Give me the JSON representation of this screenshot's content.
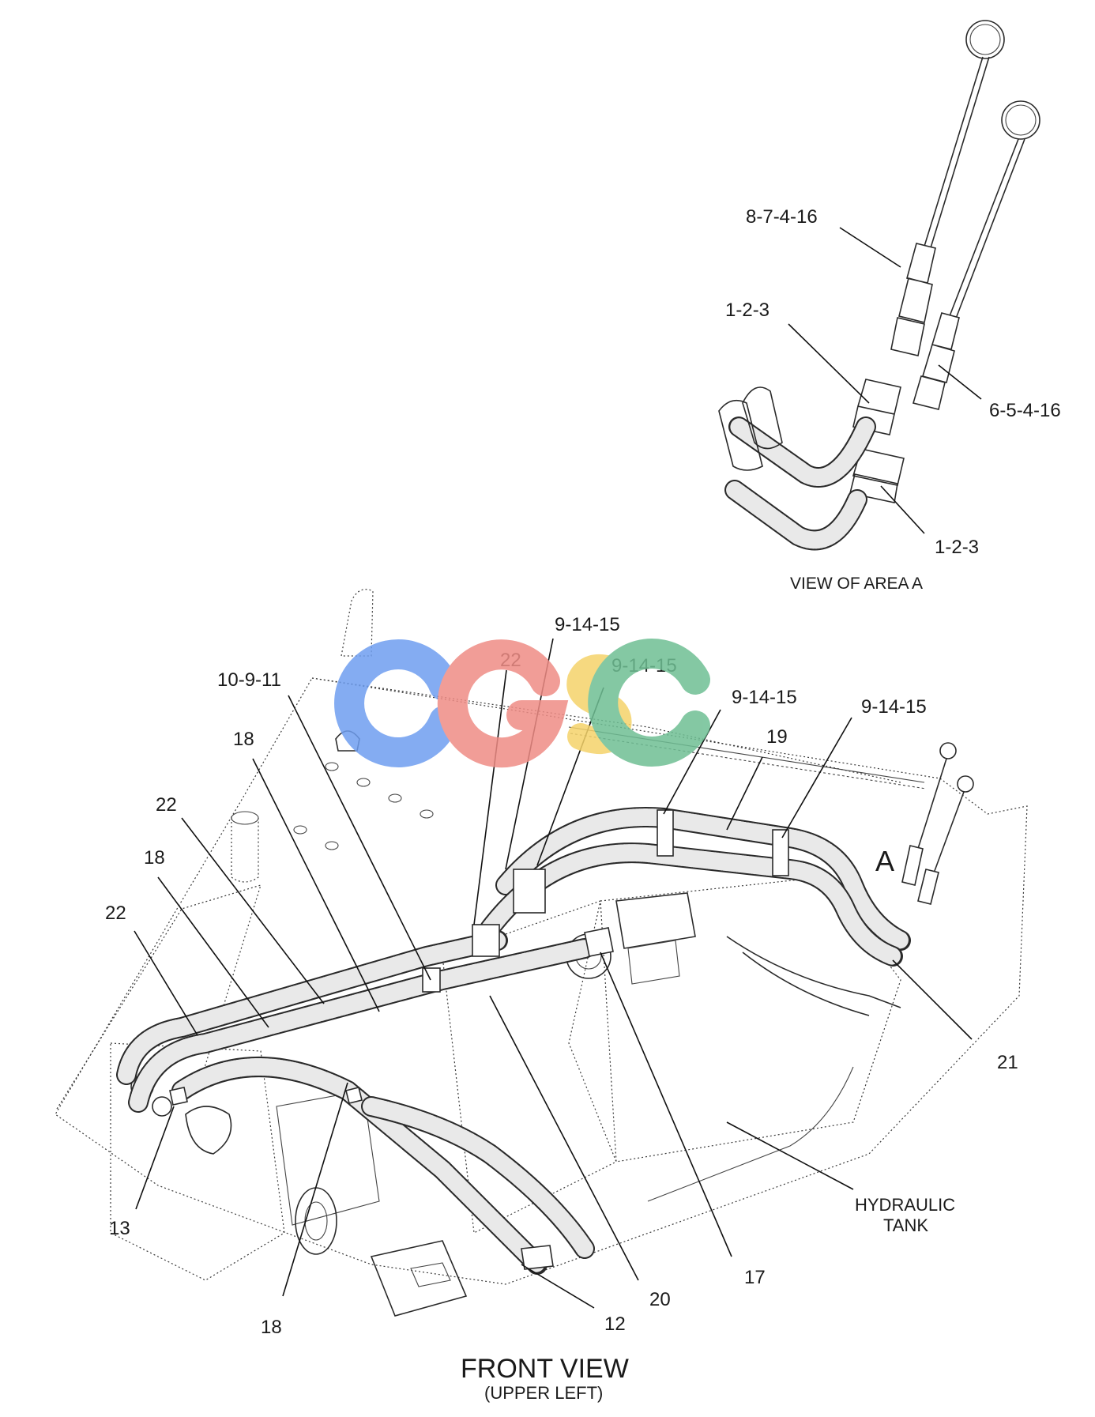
{
  "watermark": {
    "text": "CGSC",
    "colors": [
      "#6f9ef0",
      "#ef8c85",
      "#f5d36a",
      "#6fbf94"
    ]
  },
  "callouts": {
    "c_8_7_4_16": "8-7-4-16",
    "c_1_2_3_top": "1-2-3",
    "c_6_5_4_16": "6-5-4-16",
    "c_1_2_3_bottom": "1-2-3",
    "c_9_14_15_a": "9-14-15",
    "c_9_14_15_b": "9-14-15",
    "c_9_14_15_c": "9-14-15",
    "c_9_14_15_d": "9-14-15",
    "c_22_a": "22",
    "c_10_9_11": "10-9-11",
    "c_18_a": "18",
    "c_19": "19",
    "c_22_b": "22",
    "c_18_b": "18",
    "c_22_c": "22",
    "c_21": "21",
    "c_13": "13",
    "c_17": "17",
    "c_20": "20",
    "c_12": "12",
    "c_18_c": "18",
    "c_A": "A"
  },
  "labels": {
    "view_of_area": "VIEW OF AREA  A",
    "hydraulic": "HYDRAULIC",
    "tank": "TANK",
    "front_view": "FRONT VIEW",
    "upper_left": "(UPPER LEFT)"
  }
}
